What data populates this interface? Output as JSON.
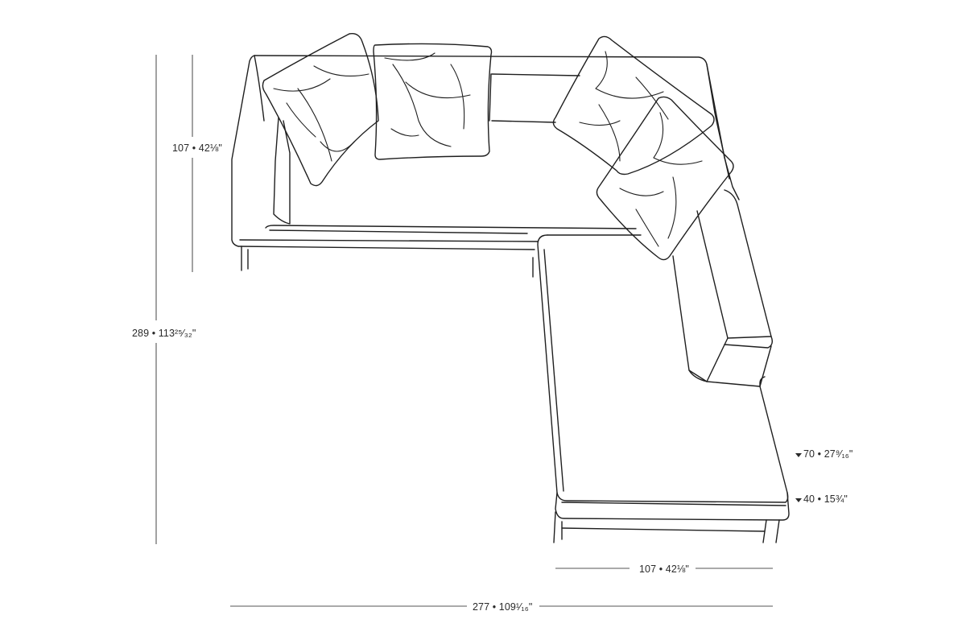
{
  "dimensions": {
    "seat_depth": "107 • 42⅛\"",
    "total_depth": "289 • 113²⁵⁄₃₂\"",
    "back_height": "70 • 27⁹⁄₁₆\"",
    "seat_height": "40 • 15¾\"",
    "chaise_width": "107 • 42⅛\"",
    "total_width": "277 • 109¹⁄₁₆\""
  }
}
